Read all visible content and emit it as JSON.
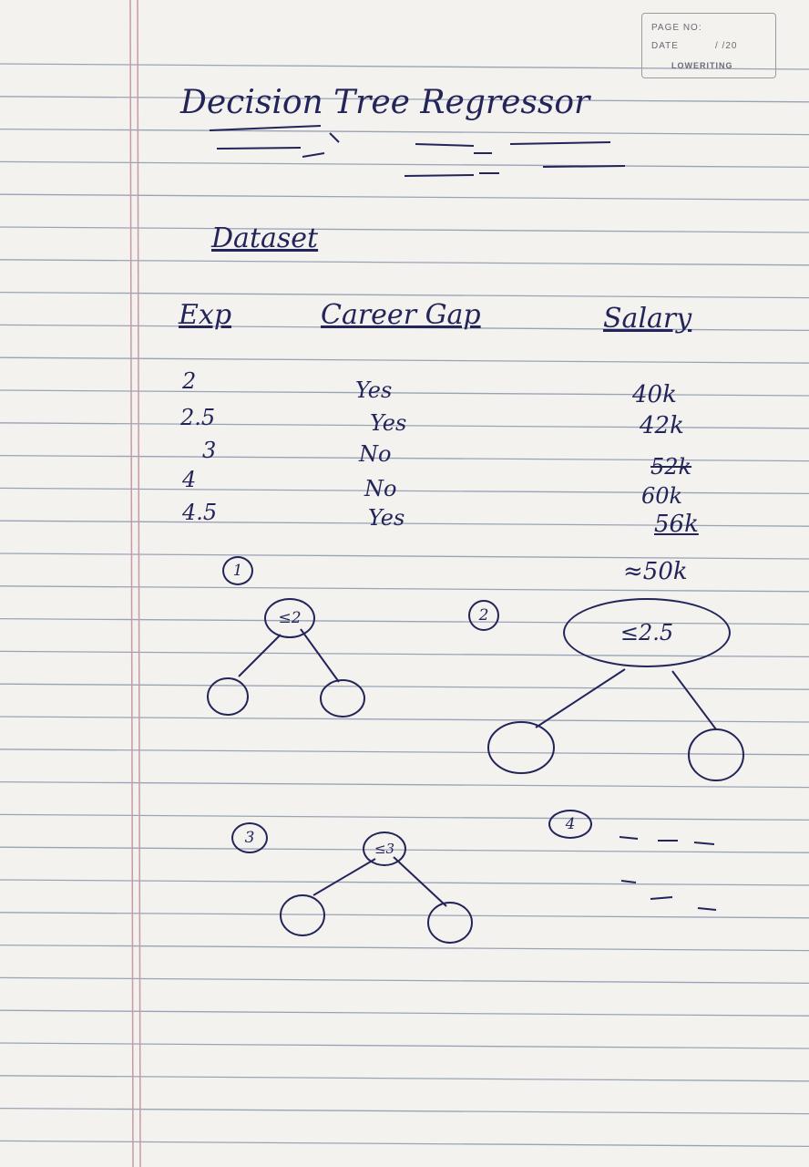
{
  "header_box": {
    "page_no_label": "PAGE NO:",
    "date_label": "DATE",
    "date_value": "/ /20",
    "brand": "LOWERITING"
  },
  "title": "Decision Tree Regressor",
  "dataset_label": "Dataset",
  "table": {
    "headers": [
      "Exp",
      "Career Gap",
      "Salary"
    ],
    "rows": [
      {
        "exp": "2",
        "gap": "Yes",
        "salary": "40k"
      },
      {
        "exp": "2.5",
        "gap": "Yes",
        "salary": "42k"
      },
      {
        "exp": "3",
        "gap": "No",
        "salary": "52k"
      },
      {
        "exp": "4",
        "gap": "No",
        "salary": "60k"
      },
      {
        "exp": "4.5",
        "gap": "Yes",
        "salary": "56k"
      }
    ],
    "mean_salary": "≈50k"
  },
  "trees": [
    {
      "number": "1",
      "root_label": "≤2"
    },
    {
      "number": "2",
      "root_label": "≤2.5"
    },
    {
      "number": "3",
      "root_label": "≤3"
    },
    {
      "number": "4"
    }
  ]
}
